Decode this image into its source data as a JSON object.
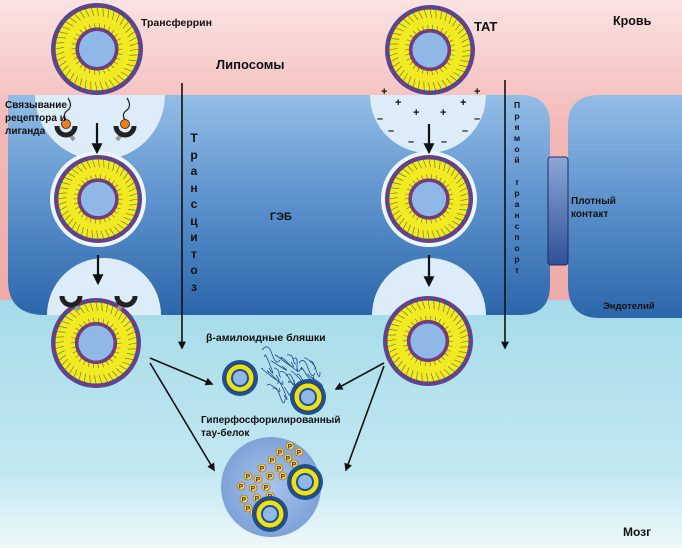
{
  "regions": {
    "blood": "Кровь",
    "bbb": "ГЭБ",
    "brain": "Мозг",
    "endothelium": "Эндотелий",
    "tight_junction": [
      "Плотный",
      "контакт"
    ]
  },
  "liposomes_label": "Липосомы",
  "left_pathway": {
    "ligand": "Трансферрин",
    "binding_label": [
      "Связывание",
      "рецептора и",
      "лиганда"
    ],
    "route_label": "Трансцитоз"
  },
  "right_pathway": {
    "ligand": "TAT",
    "route_label": "Прямой транспорт",
    "charges_plus": "+",
    "charges_minus": "–"
  },
  "targets": {
    "amyloid": "β-амилоидные бляшки",
    "tau": [
      "Гиперфосфорилированный",
      "тау-белок"
    ],
    "phospho_glyph": "P"
  },
  "colors": {
    "blood": "#f0b0ae",
    "bbb_top": "#8ab4e0",
    "bbb_bottom": "#2e6aad",
    "brain": "#a6dcea",
    "lipid_yellow": "#f2ea22",
    "head_red": "#c8213f",
    "head_blue": "#3a4fa8",
    "core": "#8fb8e6",
    "junction": "#3e63a8"
  }
}
